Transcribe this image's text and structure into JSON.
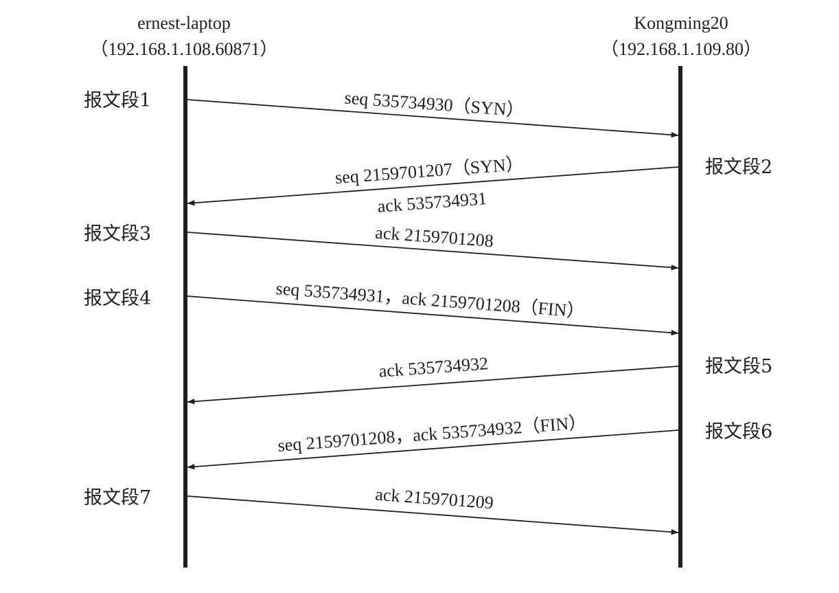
{
  "hosts": {
    "left": {
      "name": "ernest-laptop",
      "address": "（192.168.1.108.60871）"
    },
    "right": {
      "name": "Kongming20",
      "address": "（192.168.1.109.80）"
    }
  },
  "segments": [
    {
      "label": "报文段1",
      "direction": "left-to-right",
      "lines": [
        "seq 535734930（SYN）"
      ]
    },
    {
      "label": "报文段2",
      "direction": "right-to-left",
      "lines": [
        "seq 2159701207（SYN）",
        "ack 535734931"
      ]
    },
    {
      "label": "报文段3",
      "direction": "left-to-right",
      "lines": [
        "ack 2159701208"
      ]
    },
    {
      "label": "报文段4",
      "direction": "left-to-right",
      "lines": [
        "seq 535734931，ack 2159701208（FIN）"
      ]
    },
    {
      "label": "报文段5",
      "direction": "right-to-left",
      "lines": [
        "ack 535734932"
      ]
    },
    {
      "label": "报文段6",
      "direction": "right-to-left",
      "lines": [
        "seq 2159701208，ack 535734932（FIN）"
      ]
    },
    {
      "label": "报文段7",
      "direction": "left-to-right",
      "lines": [
        "ack 2159701209"
      ]
    }
  ]
}
